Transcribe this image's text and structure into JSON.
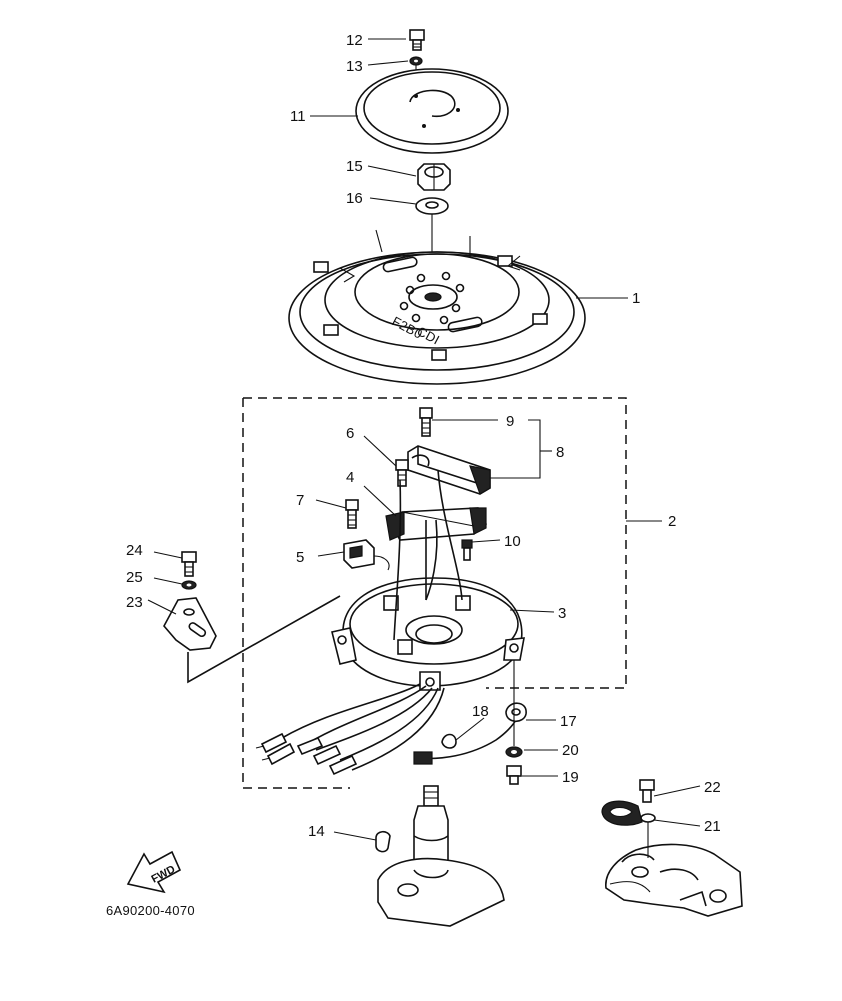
{
  "callouts": [
    {
      "id": "1",
      "label": "1"
    },
    {
      "id": "2",
      "label": "2"
    },
    {
      "id": "3",
      "label": "3"
    },
    {
      "id": "4",
      "label": "4"
    },
    {
      "id": "5",
      "label": "5"
    },
    {
      "id": "6",
      "label": "6"
    },
    {
      "id": "7",
      "label": "7"
    },
    {
      "id": "8",
      "label": "8"
    },
    {
      "id": "9",
      "label": "9"
    },
    {
      "id": "10",
      "label": "10"
    },
    {
      "id": "11",
      "label": "11"
    },
    {
      "id": "12",
      "label": "12"
    },
    {
      "id": "13",
      "label": "13"
    },
    {
      "id": "14",
      "label": "14"
    },
    {
      "id": "15",
      "label": "15"
    },
    {
      "id": "16",
      "label": "16"
    },
    {
      "id": "17",
      "label": "17"
    },
    {
      "id": "18",
      "label": "18"
    },
    {
      "id": "19",
      "label": "19"
    },
    {
      "id": "20",
      "label": "20"
    },
    {
      "id": "21",
      "label": "21"
    },
    {
      "id": "22",
      "label": "22"
    },
    {
      "id": "23",
      "label": "23"
    },
    {
      "id": "24",
      "label": "24"
    },
    {
      "id": "25",
      "label": "25"
    }
  ],
  "flywheel_marking": {
    "text1": "F2B0",
    "text2": "CDI"
  },
  "fwd_arrow_label": "FWD",
  "diagram_code": "6A90200-4070"
}
